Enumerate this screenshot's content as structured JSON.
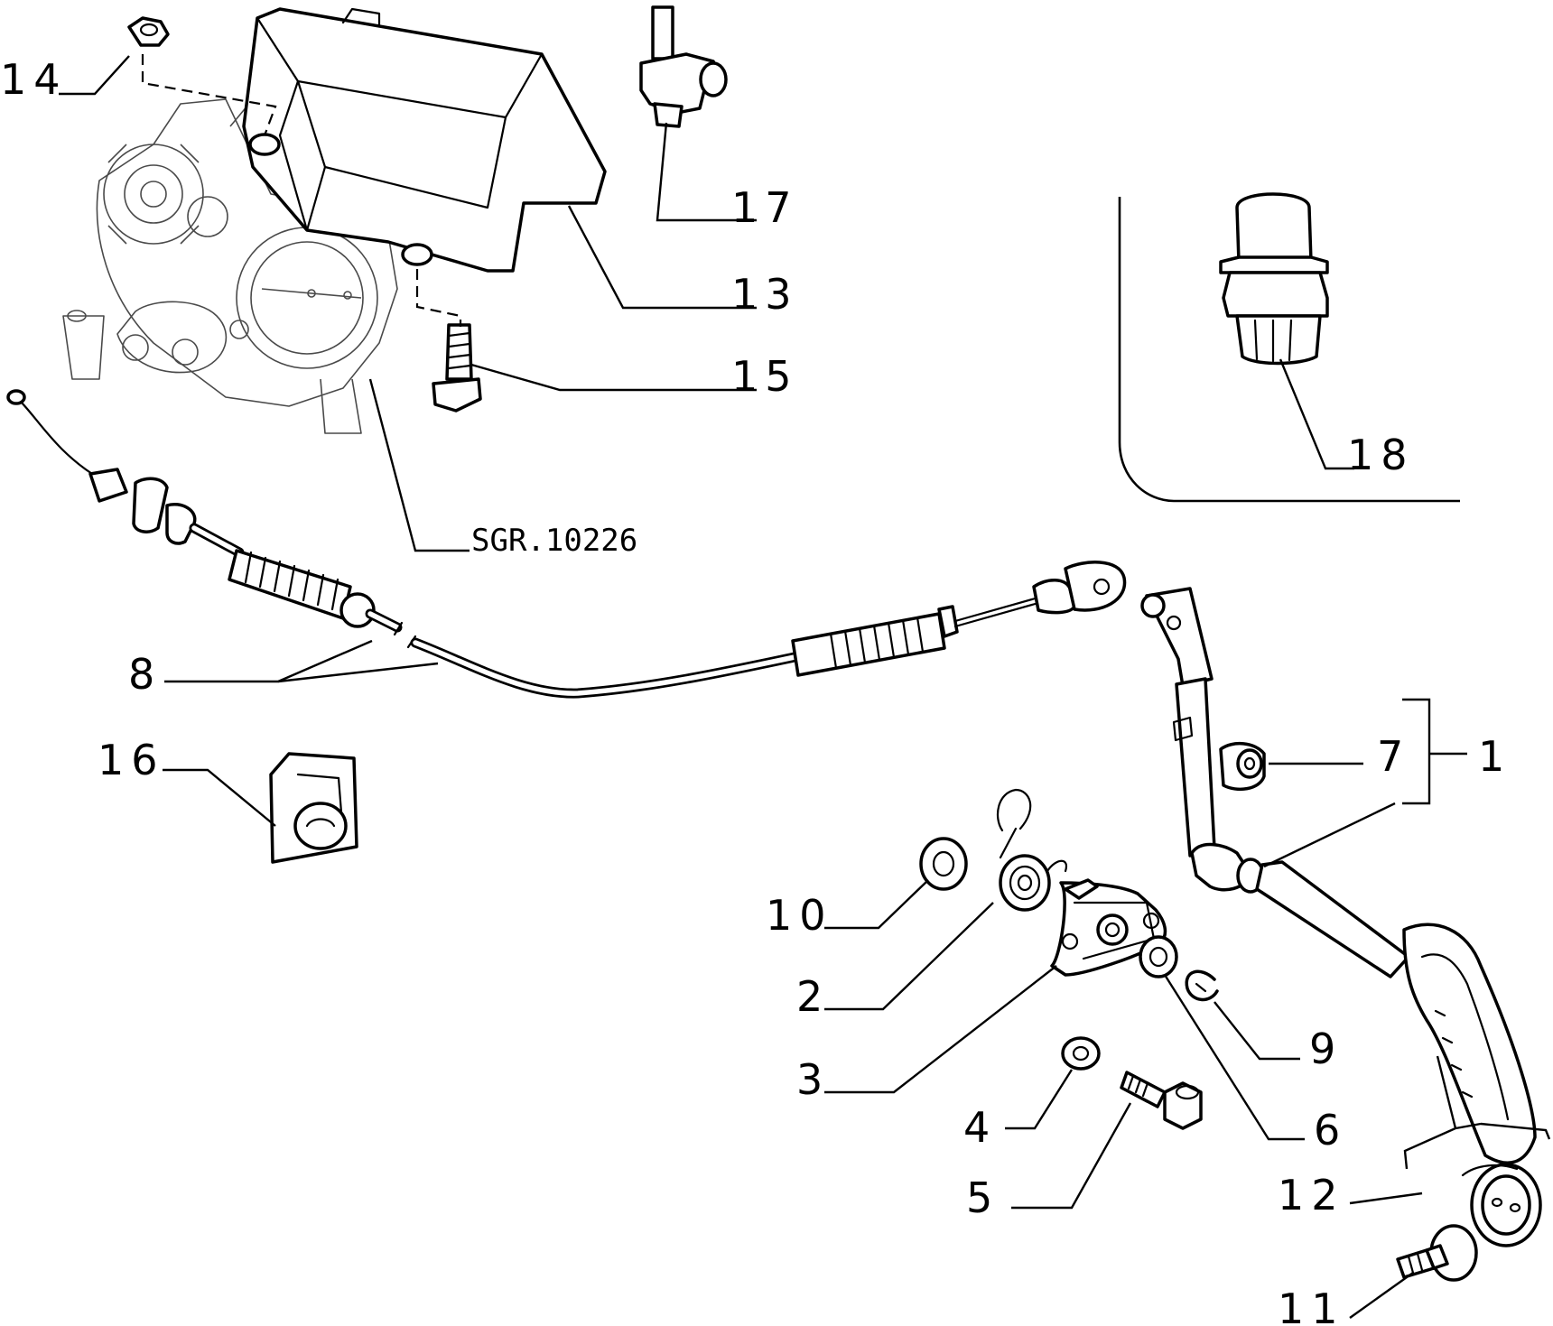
{
  "diagram_code": "SGR.10226",
  "callouts": {
    "c1": "1",
    "c2": "2",
    "c3": "3",
    "c4": "4",
    "c5": "5",
    "c6": "6",
    "c7": "7",
    "c8": "8",
    "c9": "9",
    "c10": "10",
    "c11": "11",
    "c12": "12",
    "c13": "13",
    "c14": "14",
    "c15": "15",
    "c16": "16",
    "c17": "17",
    "c18": "18"
  }
}
